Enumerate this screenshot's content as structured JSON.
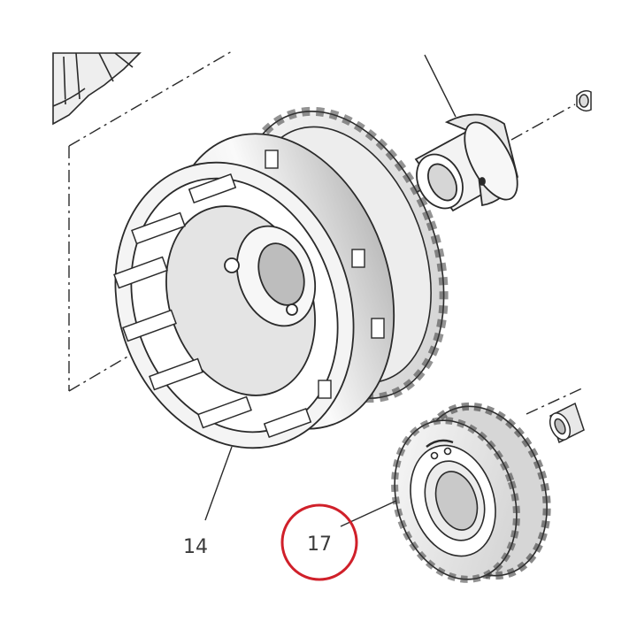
{
  "diagram": {
    "callouts": [
      {
        "id": "14",
        "label": "14"
      },
      {
        "id": "17",
        "label": "17"
      }
    ],
    "highlight": {
      "target": "17",
      "color": "#d0202a"
    },
    "colors": {
      "line": "#2a2a2a",
      "fill_light": "#f2f2f2",
      "fill_mid": "#d9d9d9",
      "fill_dark": "#9a9a9a"
    }
  }
}
